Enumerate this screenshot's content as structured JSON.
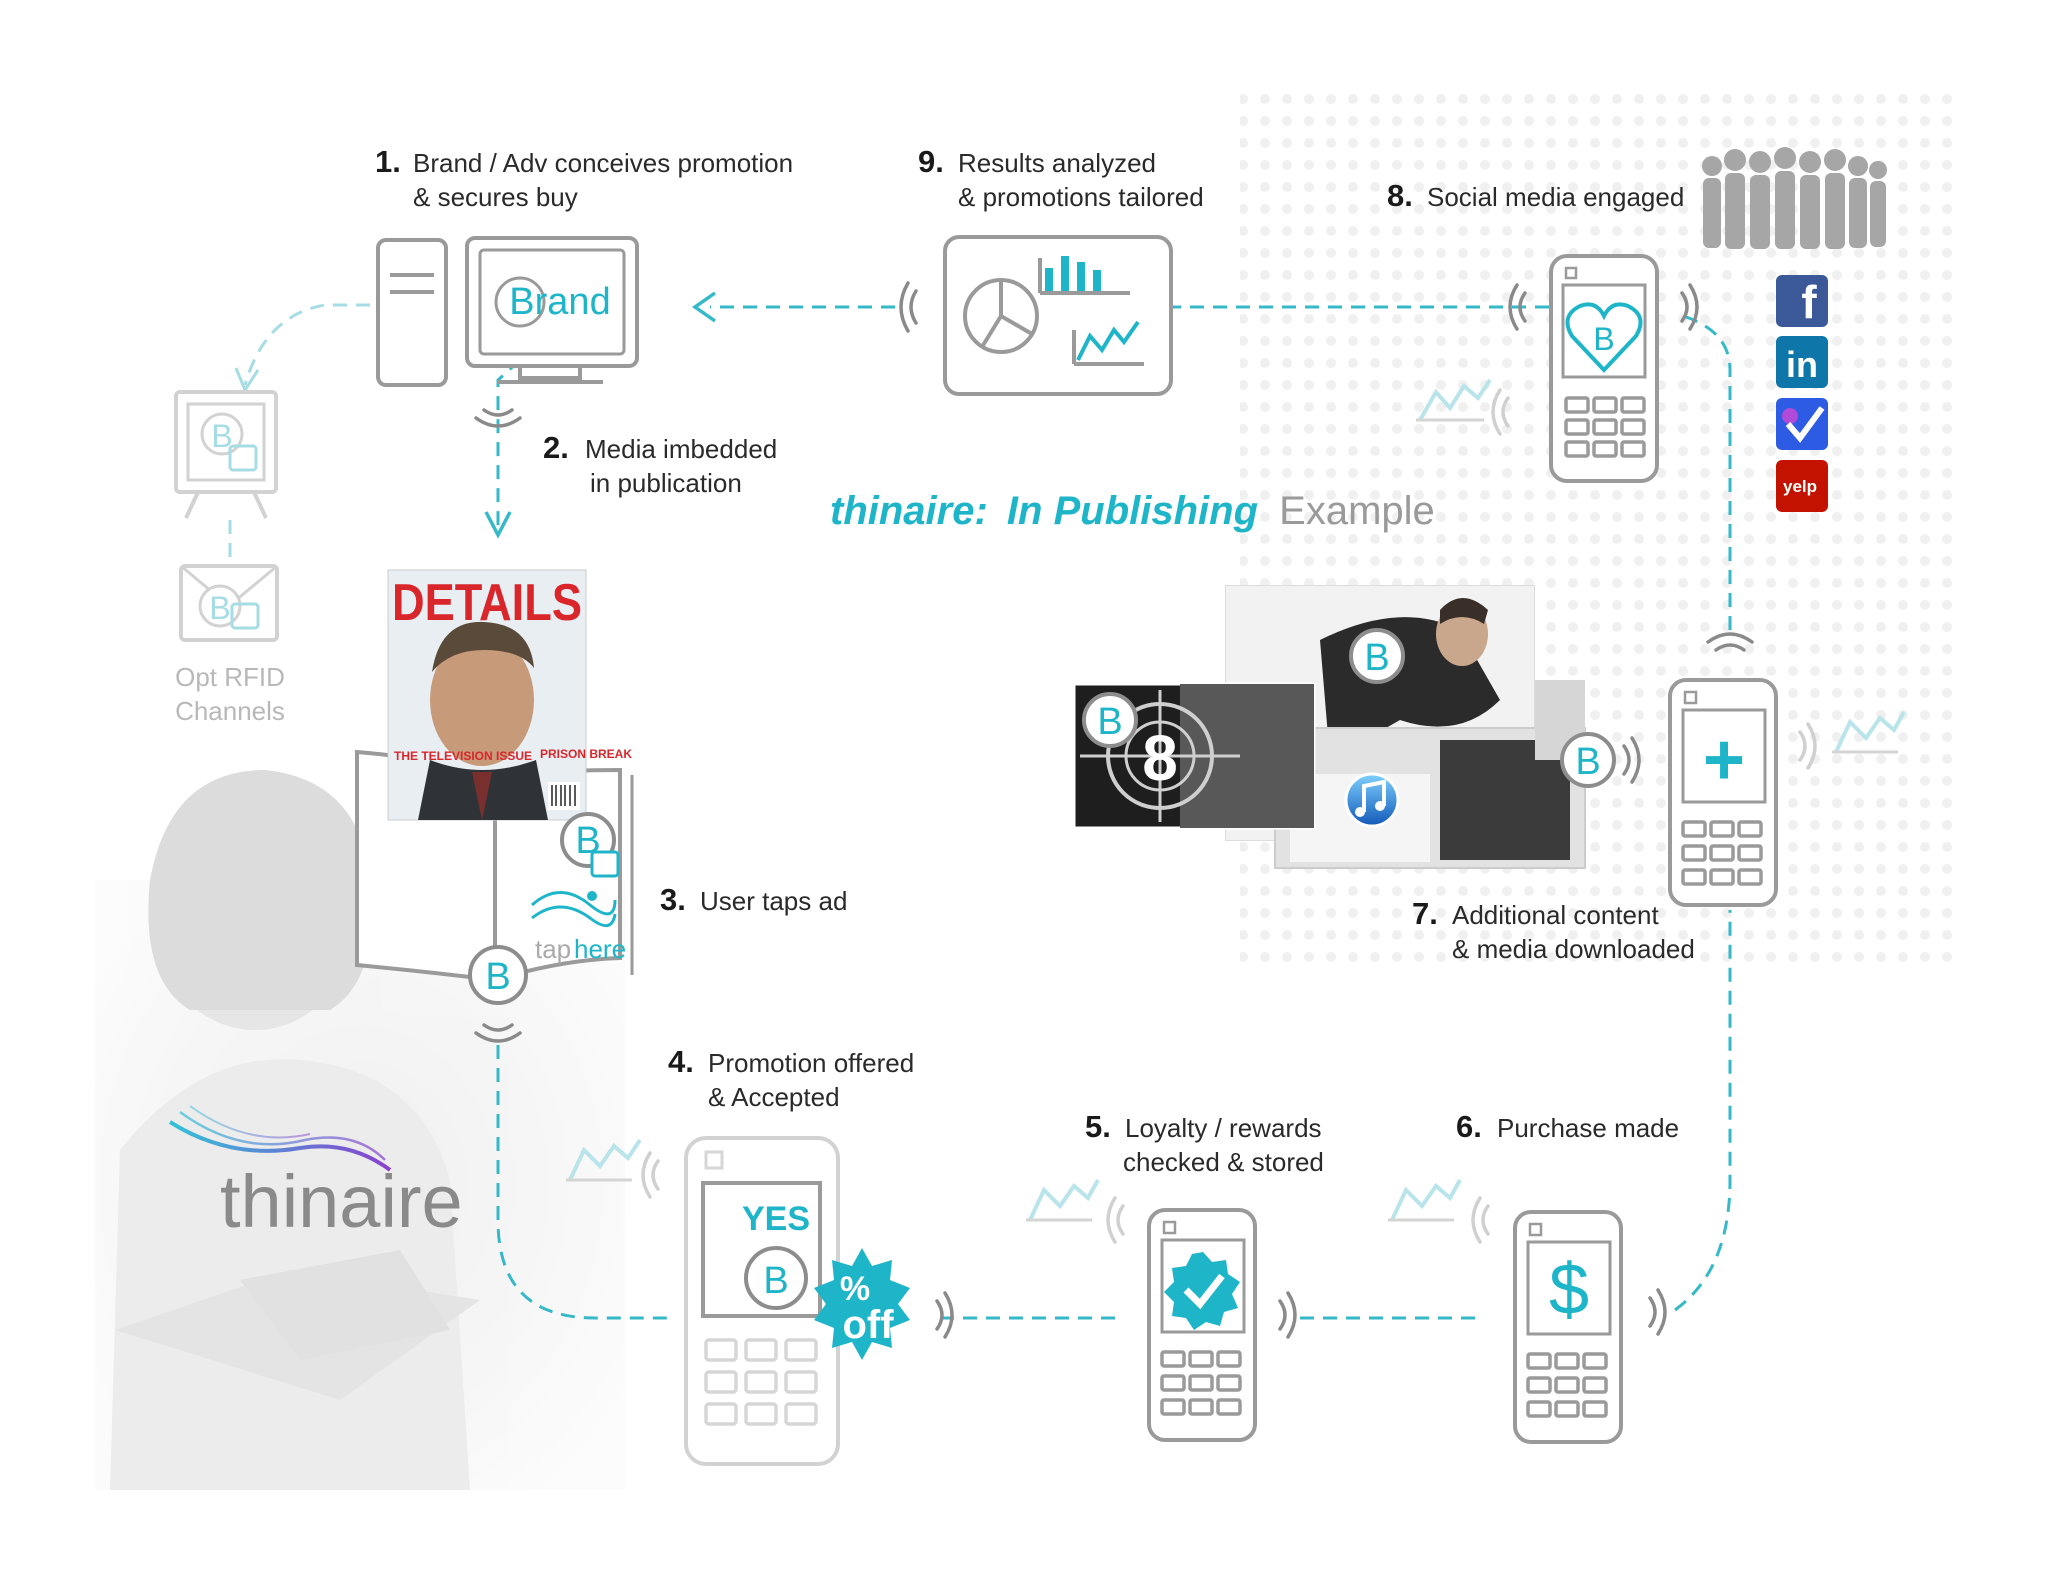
{
  "title": {
    "brand": "thinaire:",
    "topic": "In Publishing",
    "suffix": "Example"
  },
  "steps": [
    {
      "num": "1.",
      "line1": "Brand / Adv conceives promotion",
      "line2": "& secures buy"
    },
    {
      "num": "2.",
      "line1": "Media imbedded",
      "line2": "in publication"
    },
    {
      "num": "3.",
      "line1": "User taps ad",
      "line2": ""
    },
    {
      "num": "4.",
      "line1": "Promotion offered",
      "line2": "& Accepted"
    },
    {
      "num": "5.",
      "line1": "Loyalty / rewards",
      "line2": "checked & stored"
    },
    {
      "num": "6.",
      "line1": "Purchase made",
      "line2": ""
    },
    {
      "num": "7.",
      "line1": "Additional content",
      "line2": "& media downloaded"
    },
    {
      "num": "8.",
      "line1": "Social media engaged",
      "line2": ""
    },
    {
      "num": "9.",
      "line1": "Results analyzed",
      "line2": "& promotions tailored"
    }
  ],
  "labels": {
    "brand_screen": "Brand",
    "rfid_line1": "Opt RFID",
    "rfid_line2": "Channels",
    "tap_here_a": "tap",
    "tap_here_b": "here",
    "yes": "YES",
    "percent_off_a": "%",
    "percent_off_b": "off",
    "dollar": "$",
    "plus": "+",
    "b_badge": "B",
    "countdown": "8",
    "logo": "thinaire",
    "magazine_title": "DETAILS",
    "magazine_text_a": "THE TELEVISION ISSUE",
    "magazine_text_b": "PRISON BREAK",
    "social_linkedin": "in",
    "social_facebook": "f",
    "social_yelp": "yelp"
  },
  "colors": {
    "accent": "#1fb5c9",
    "device_outline": "#9a9a9a",
    "facebook": "#3b5998",
    "linkedin": "#0e76a8",
    "foursquare": "#2d5be3",
    "yelp": "#c41200",
    "magazine_red": "#d8262b"
  },
  "icons": [
    "server-icon",
    "monitor-icon",
    "pie-chart-icon",
    "bar-chart-icon",
    "line-chart-icon",
    "phone-icon",
    "heart-icon",
    "checkmark-badge-icon",
    "dollar-icon",
    "plus-icon",
    "percent-burst-icon",
    "music-note-icon",
    "people-silhouette-icon",
    "facebook-icon",
    "linkedin-icon",
    "foursquare-icon",
    "yelp-icon",
    "wireless-wave-icon",
    "sparkline-icon"
  ]
}
